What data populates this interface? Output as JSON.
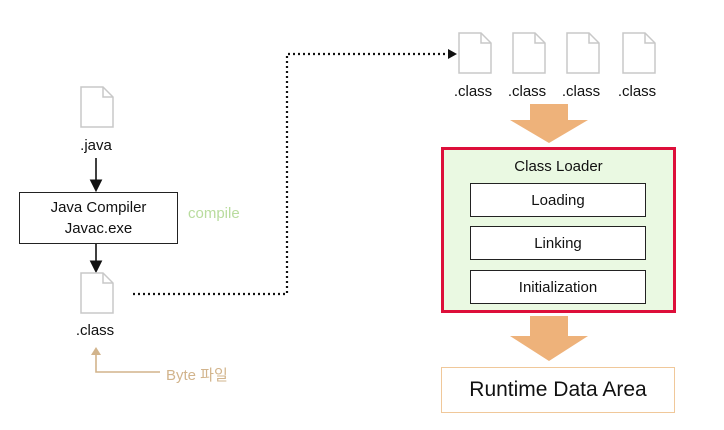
{
  "source": {
    "file_label": ".java",
    "compiler_line1": "Java Compiler",
    "compiler_line2": "Javac.exe",
    "compile_note": "compile",
    "output_label": ".class",
    "byte_note": "Byte 파일"
  },
  "class_files": [
    ".class",
    ".class",
    ".class",
    ".class"
  ],
  "class_loader": {
    "title": "Class Loader",
    "stages": [
      "Loading",
      "Linking",
      "Initialization"
    ]
  },
  "runtime_area": "Runtime Data Area",
  "colors": {
    "panel_border": "#dd0f3a",
    "panel_fill": "#eaf9e2",
    "big_arrow": "#eeb27a",
    "compile_note": "#b9dc9e",
    "byte_note": "#d2b48c",
    "runtime_border": "#f0c89a",
    "icon_stroke": "#c8c8c8"
  },
  "icons": [
    "file-icon",
    "down-arrow-icon",
    "dotted-connector",
    "big-down-arrow-icon"
  ]
}
